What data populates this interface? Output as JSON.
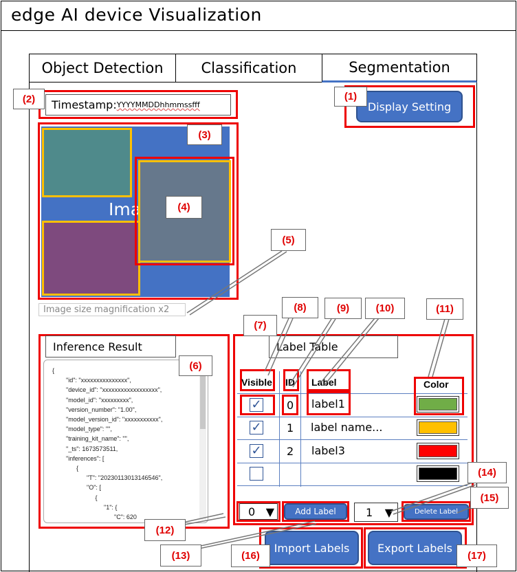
{
  "window": {
    "title": "edge AI device Visualization"
  },
  "tabs": [
    {
      "label": "Object Detection"
    },
    {
      "label": "Classification"
    },
    {
      "label": "Segmentation"
    }
  ],
  "timestamp": {
    "label": "Timestamp:",
    "value": "YYYYMMDDhhmmssfff"
  },
  "display_setting": {
    "label": "Display Setting"
  },
  "image": {
    "label": "Image",
    "magnification": "Image size magnification x2"
  },
  "inference": {
    "title": "Inference Result",
    "json_lines": [
      "{",
      "        \"id\": \"xxxxxxxxxxxxxxx\",",
      "        \"device_id\": \"xxxxxxxxxxxxxxxxxx\",",
      "        \"model_id\": \"xxxxxxxxx\",",
      "        \"version_number\": \"1.00\",",
      "        \"model_version_id\": \"xxxxxxxxxxx\",",
      "        \"model_type\": \"\",",
      "        \"training_kit_name\": \"\",",
      "        \"_ts\": 1673573511,",
      "        \"inferences\": [",
      "              {",
      "                    \"T\": \"20230113013146546\",",
      "                    \"O\": [",
      "                         {",
      "                              \"1\": {",
      "                                    \"C\": 620"
    ]
  },
  "label_table": {
    "title": "Label Table",
    "headers": {
      "visible": "Visible",
      "id": "ID",
      "label": "Label",
      "color": "Color"
    },
    "rows": [
      {
        "visible": true,
        "id": "0",
        "label": "label1",
        "color": "#70AD47"
      },
      {
        "visible": true,
        "id": "1",
        "label": "label name...",
        "color": "#FFC000"
      },
      {
        "visible": true,
        "id": "2",
        "label": "label3",
        "color": "#FF0000"
      },
      {
        "visible": false,
        "id": "",
        "label": "",
        "color": "#000000"
      }
    ]
  },
  "controls": {
    "add_select_value": "0",
    "add_label": "Add Label",
    "delete_select_value": "1",
    "delete_label": "Delete Label",
    "import_labels": "Import Labels",
    "export_labels": "Export Labels"
  },
  "callouts": [
    "(1)",
    "(2)",
    "(3)",
    "(4)",
    "(5)",
    "(6)",
    "(7)",
    "(8)",
    "(9)",
    "(10)",
    "(11)",
    "(12)",
    "(13)",
    "(14)",
    "(15)",
    "(16)",
    "(17)"
  ],
  "colors": {
    "accent": "#4472C4",
    "highlight": "#EE0000",
    "segment_border": "#FFC000",
    "segment_teal": "#4F8A8B",
    "segment_purple": "#7E4A7E",
    "segment_gray": "#66788C"
  }
}
